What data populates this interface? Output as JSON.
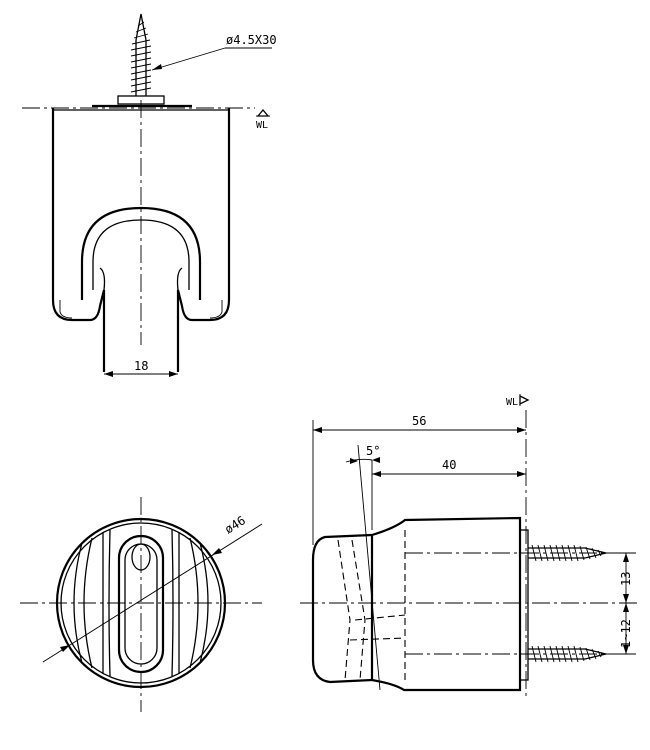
{
  "labels": {
    "screw_spec": "ø4.5X30",
    "wl_top": "WL",
    "wl_side": "WL",
    "dim_18": "18",
    "dim_phi46": "ø46",
    "dim_56": "56",
    "dim_40": "40",
    "dim_5deg": "5°",
    "dim_13": "13",
    "dim_1_12": "1~12"
  }
}
